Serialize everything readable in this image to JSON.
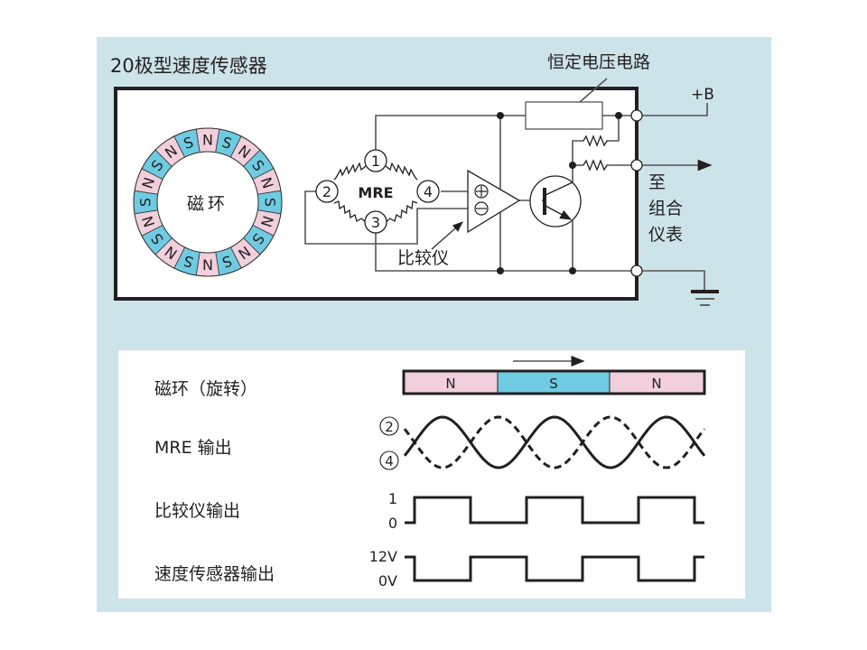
{
  "colors": {
    "panel_bg": "#cde3ea",
    "box_bg": "#ffffff",
    "north_pink": "#f2cfdc",
    "south_blue": "#6fcbe2",
    "ink": "#231f20",
    "wire": "#555555"
  },
  "circuit": {
    "title": "20极型速度传感器",
    "ring_label": "磁环",
    "ring_pole_count": 20,
    "ring_poles": [
      "N",
      "S"
    ],
    "constant_voltage_label": "恒定电压电路",
    "mre_label": "MRE",
    "node_labels": [
      "1",
      "2",
      "3",
      "4"
    ],
    "comparator_label": "比较仪",
    "comparator_plus": "⊕",
    "comparator_minus": "⊖",
    "supply_label": "+B",
    "output_label_lines": [
      "至",
      "组合",
      "仪表"
    ]
  },
  "timing": {
    "rows": [
      {
        "label": "磁环（旋转）"
      },
      {
        "label": "MRE 输出"
      },
      {
        "label": "比较仪输出"
      },
      {
        "label": "速度传感器输出"
      }
    ],
    "magnet_bar": [
      "N",
      "S",
      "N"
    ],
    "mre_traces": [
      "2",
      "4"
    ],
    "comparator_levels": {
      "high": "1",
      "low": "0"
    },
    "sensor_levels": {
      "high": "12V",
      "low": "0V"
    },
    "comparator_sequence": [
      0,
      1,
      0,
      1,
      0,
      1,
      0
    ],
    "sensor_sequence": [
      1,
      0,
      1,
      0,
      1,
      0,
      1
    ]
  }
}
